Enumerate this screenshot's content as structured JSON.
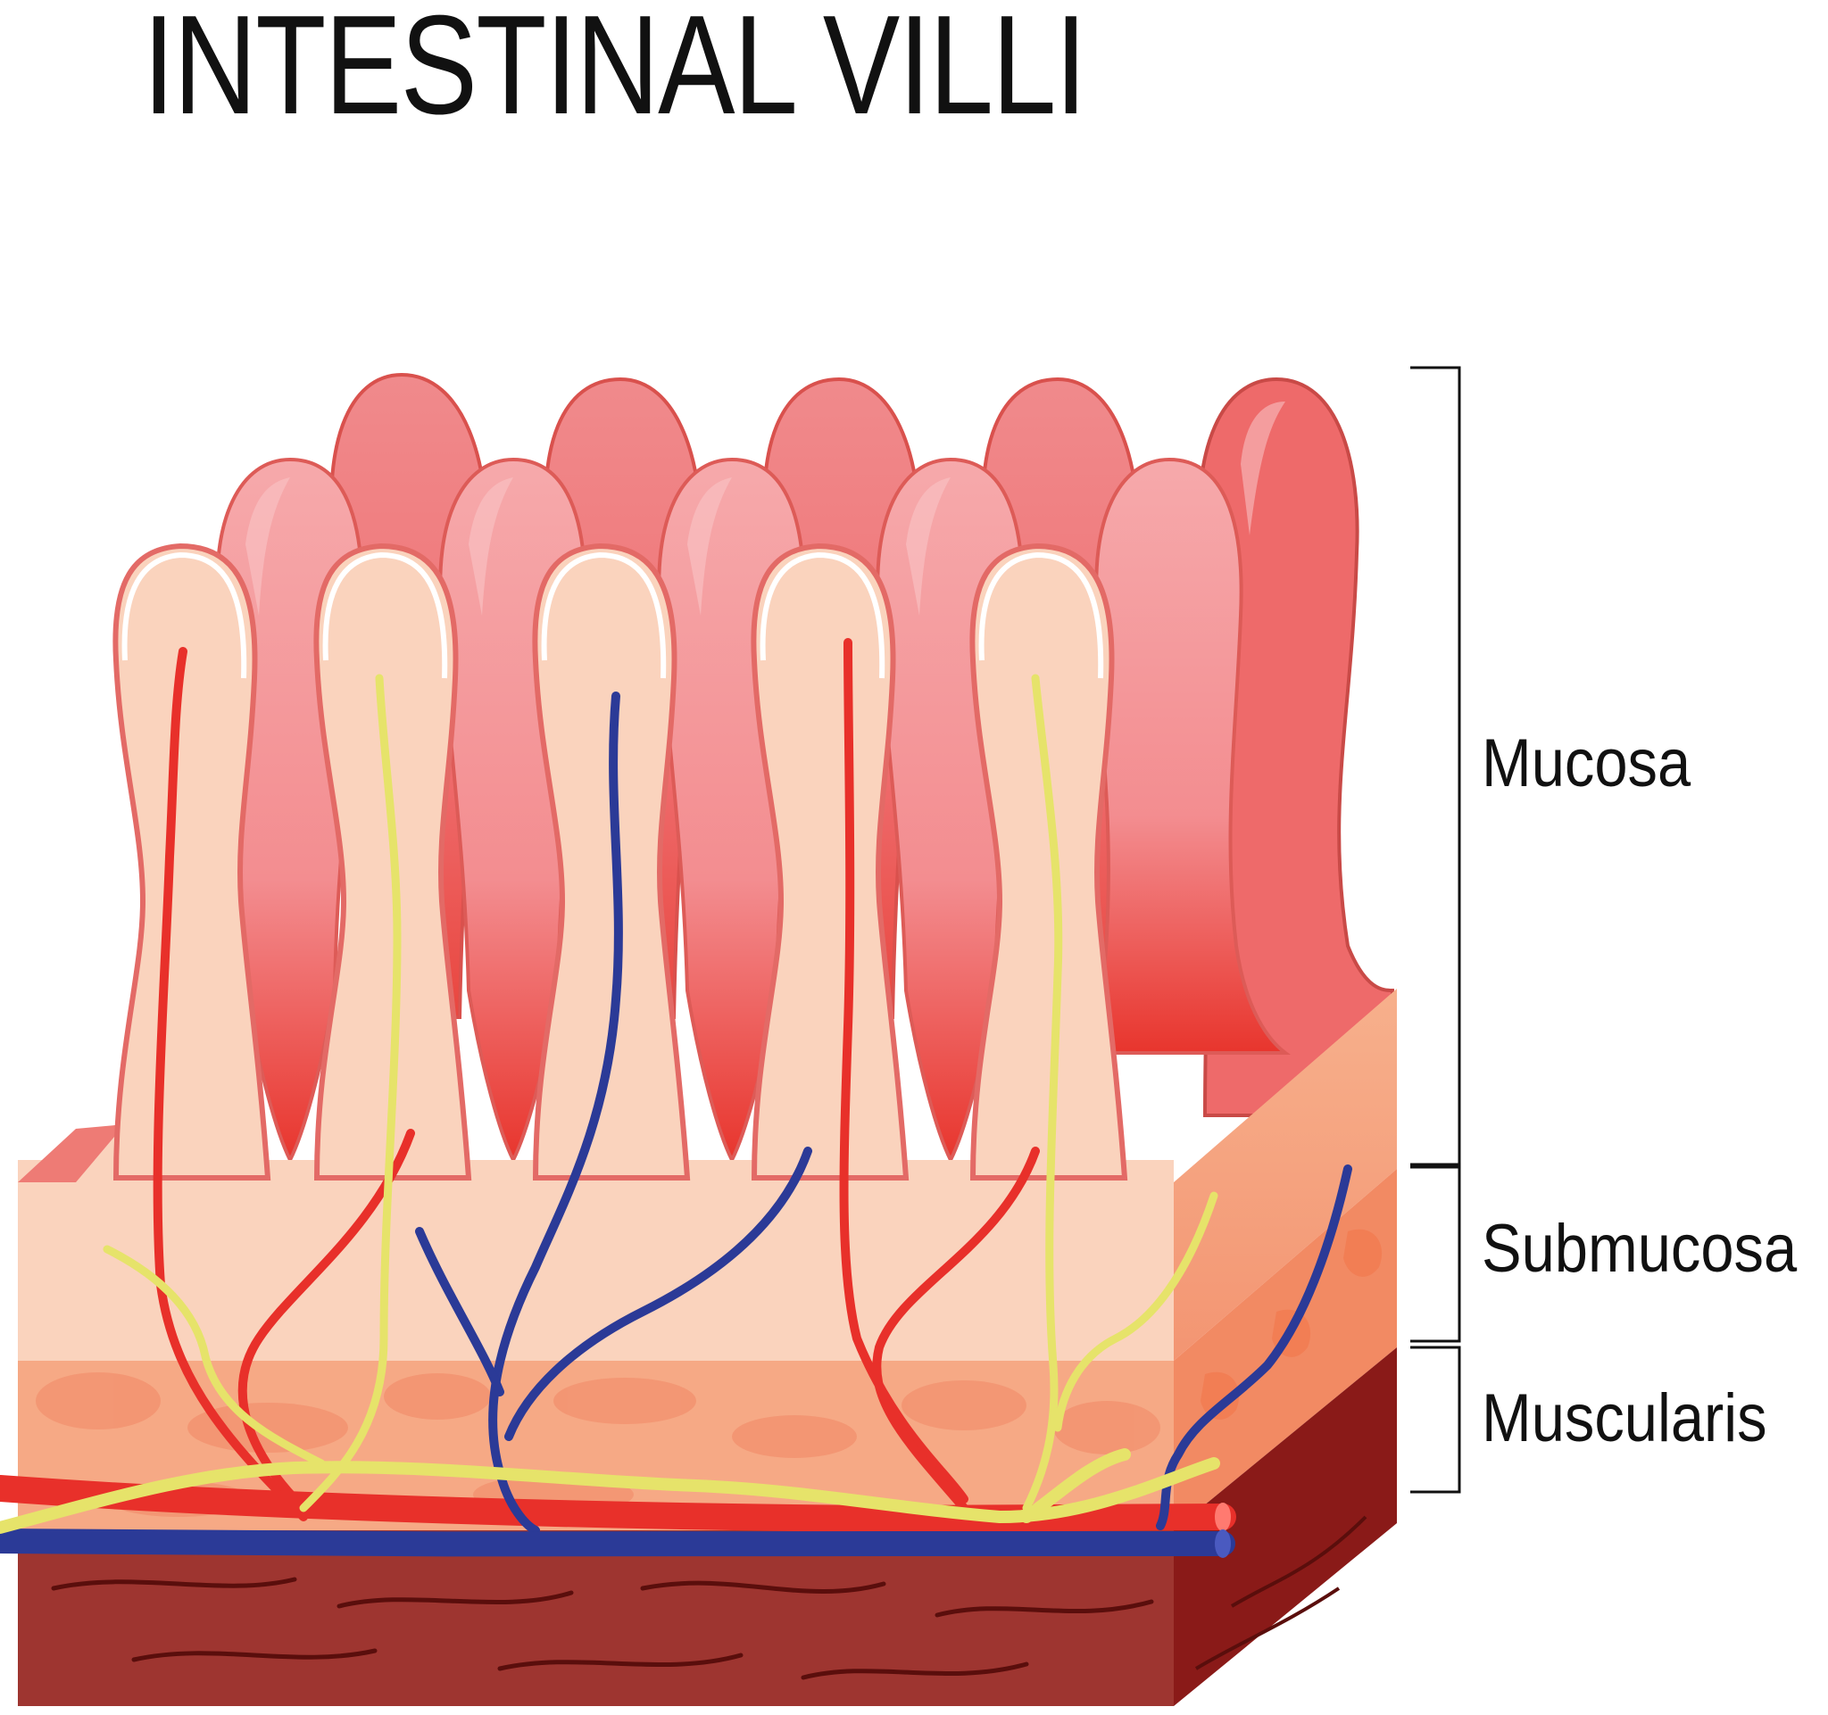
{
  "title": "INTESTINAL VILLI",
  "layers": [
    {
      "name": "Mucosa"
    },
    {
      "name": "Submucosa"
    },
    {
      "name": "Muscularis"
    }
  ],
  "colors": {
    "villus_back": "#ee6b6b",
    "villus_mid": "#f4a3a6",
    "villus_front_fill": "#fad3bd",
    "villus_outline": "#e05a57",
    "submucosa": "#f6a07a",
    "muscularis": "#9e3530",
    "artery": "#e8302a",
    "vein": "#2b3a97",
    "lymph_nerve": "#e6e36a"
  }
}
